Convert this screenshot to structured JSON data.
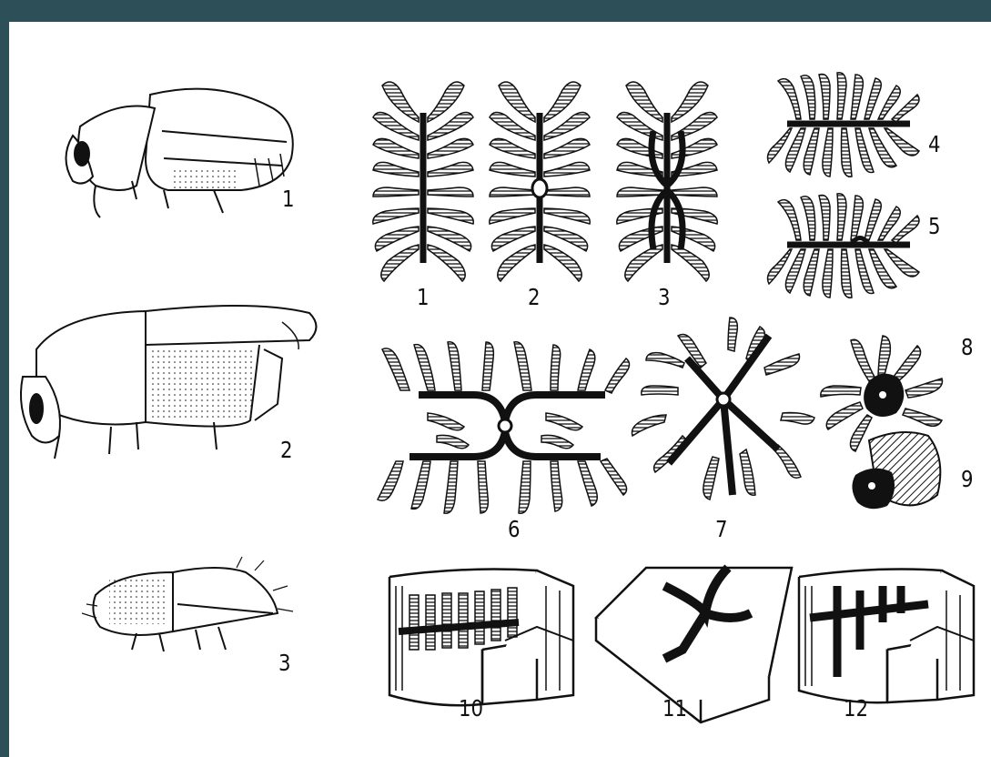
{
  "beetles": {
    "b1": {
      "label": "1"
    },
    "b2": {
      "label": "2"
    },
    "b3": {
      "label": "3"
    }
  },
  "galleries": {
    "g1": {
      "label": "1"
    },
    "g2": {
      "label": "2"
    },
    "g3": {
      "label": "3"
    },
    "g4": {
      "label": "4"
    },
    "g5": {
      "label": "5"
    },
    "g6": {
      "label": "6"
    },
    "g7": {
      "label": "7"
    },
    "g8": {
      "label": "8"
    },
    "g9": {
      "label": "9"
    },
    "g10": {
      "label": "10"
    },
    "g11": {
      "label": "11"
    },
    "g12": {
      "label": "12"
    }
  },
  "colors": {
    "ink": "#111111",
    "paper": "#ffffff",
    "frame": "#2d4f57"
  }
}
